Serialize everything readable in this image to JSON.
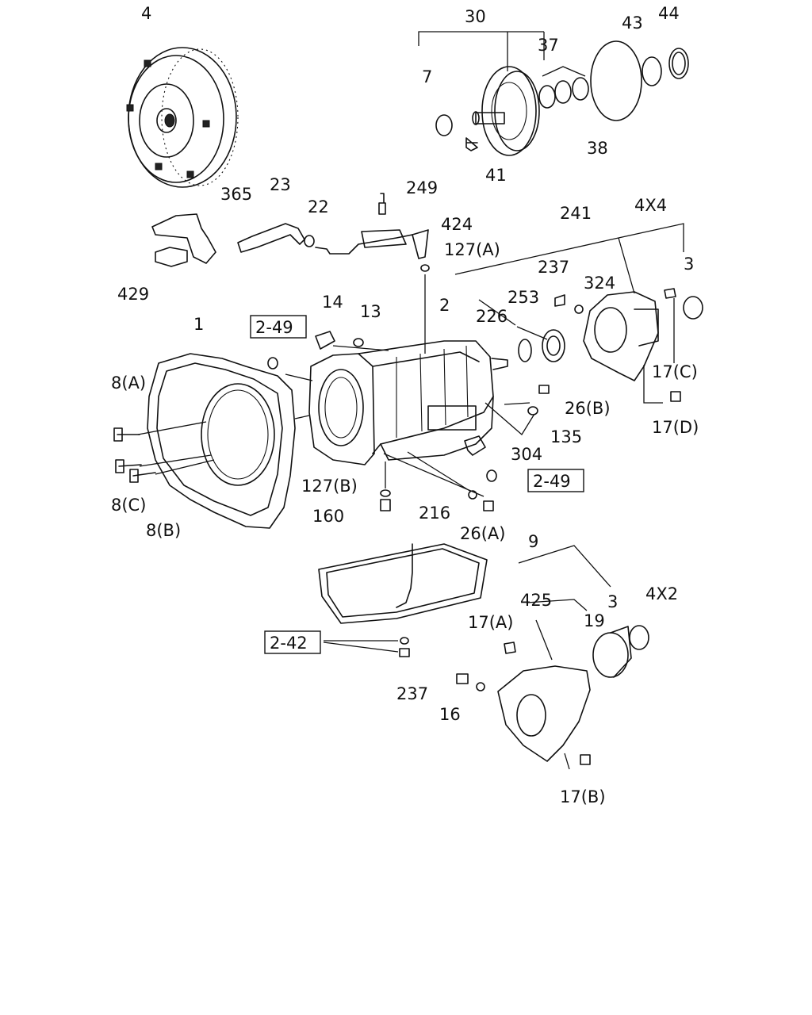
{
  "callouts": {
    "c4": "4",
    "c30": "30",
    "c37": "37",
    "c43": "43",
    "c44": "44",
    "c7": "7",
    "c38": "38",
    "c41": "41",
    "c365": "365",
    "c23": "23",
    "c22": "22",
    "c249": "249",
    "c424": "424",
    "c241": "241",
    "c4x4": "4X4",
    "c127a": "127(A)",
    "c429": "429",
    "c237a": "237",
    "c324": "324",
    "c3a": "3",
    "c253": "253",
    "c226": "226",
    "c14": "14",
    "c13": "13",
    "c2": "2",
    "c1": "1",
    "c17c": "17(C)",
    "c26b": "26(B)",
    "c17d": "17(D)",
    "c135": "135",
    "c8a": "8(A)",
    "c304": "304",
    "c8c": "8(C)",
    "c8b": "8(B)",
    "c127b": "127(B)",
    "c160": "160",
    "c216": "216",
    "c26a": "26(A)",
    "c9": "9",
    "c425": "425",
    "c3b": "3",
    "c4x2": "4X2",
    "c19": "19",
    "c17a": "17(A)",
    "c237b": "237",
    "c16": "16",
    "c17b": "17(B)"
  },
  "refs": {
    "ref249a": "2-49",
    "ref249b": "2-49",
    "ref242": "2-42"
  }
}
